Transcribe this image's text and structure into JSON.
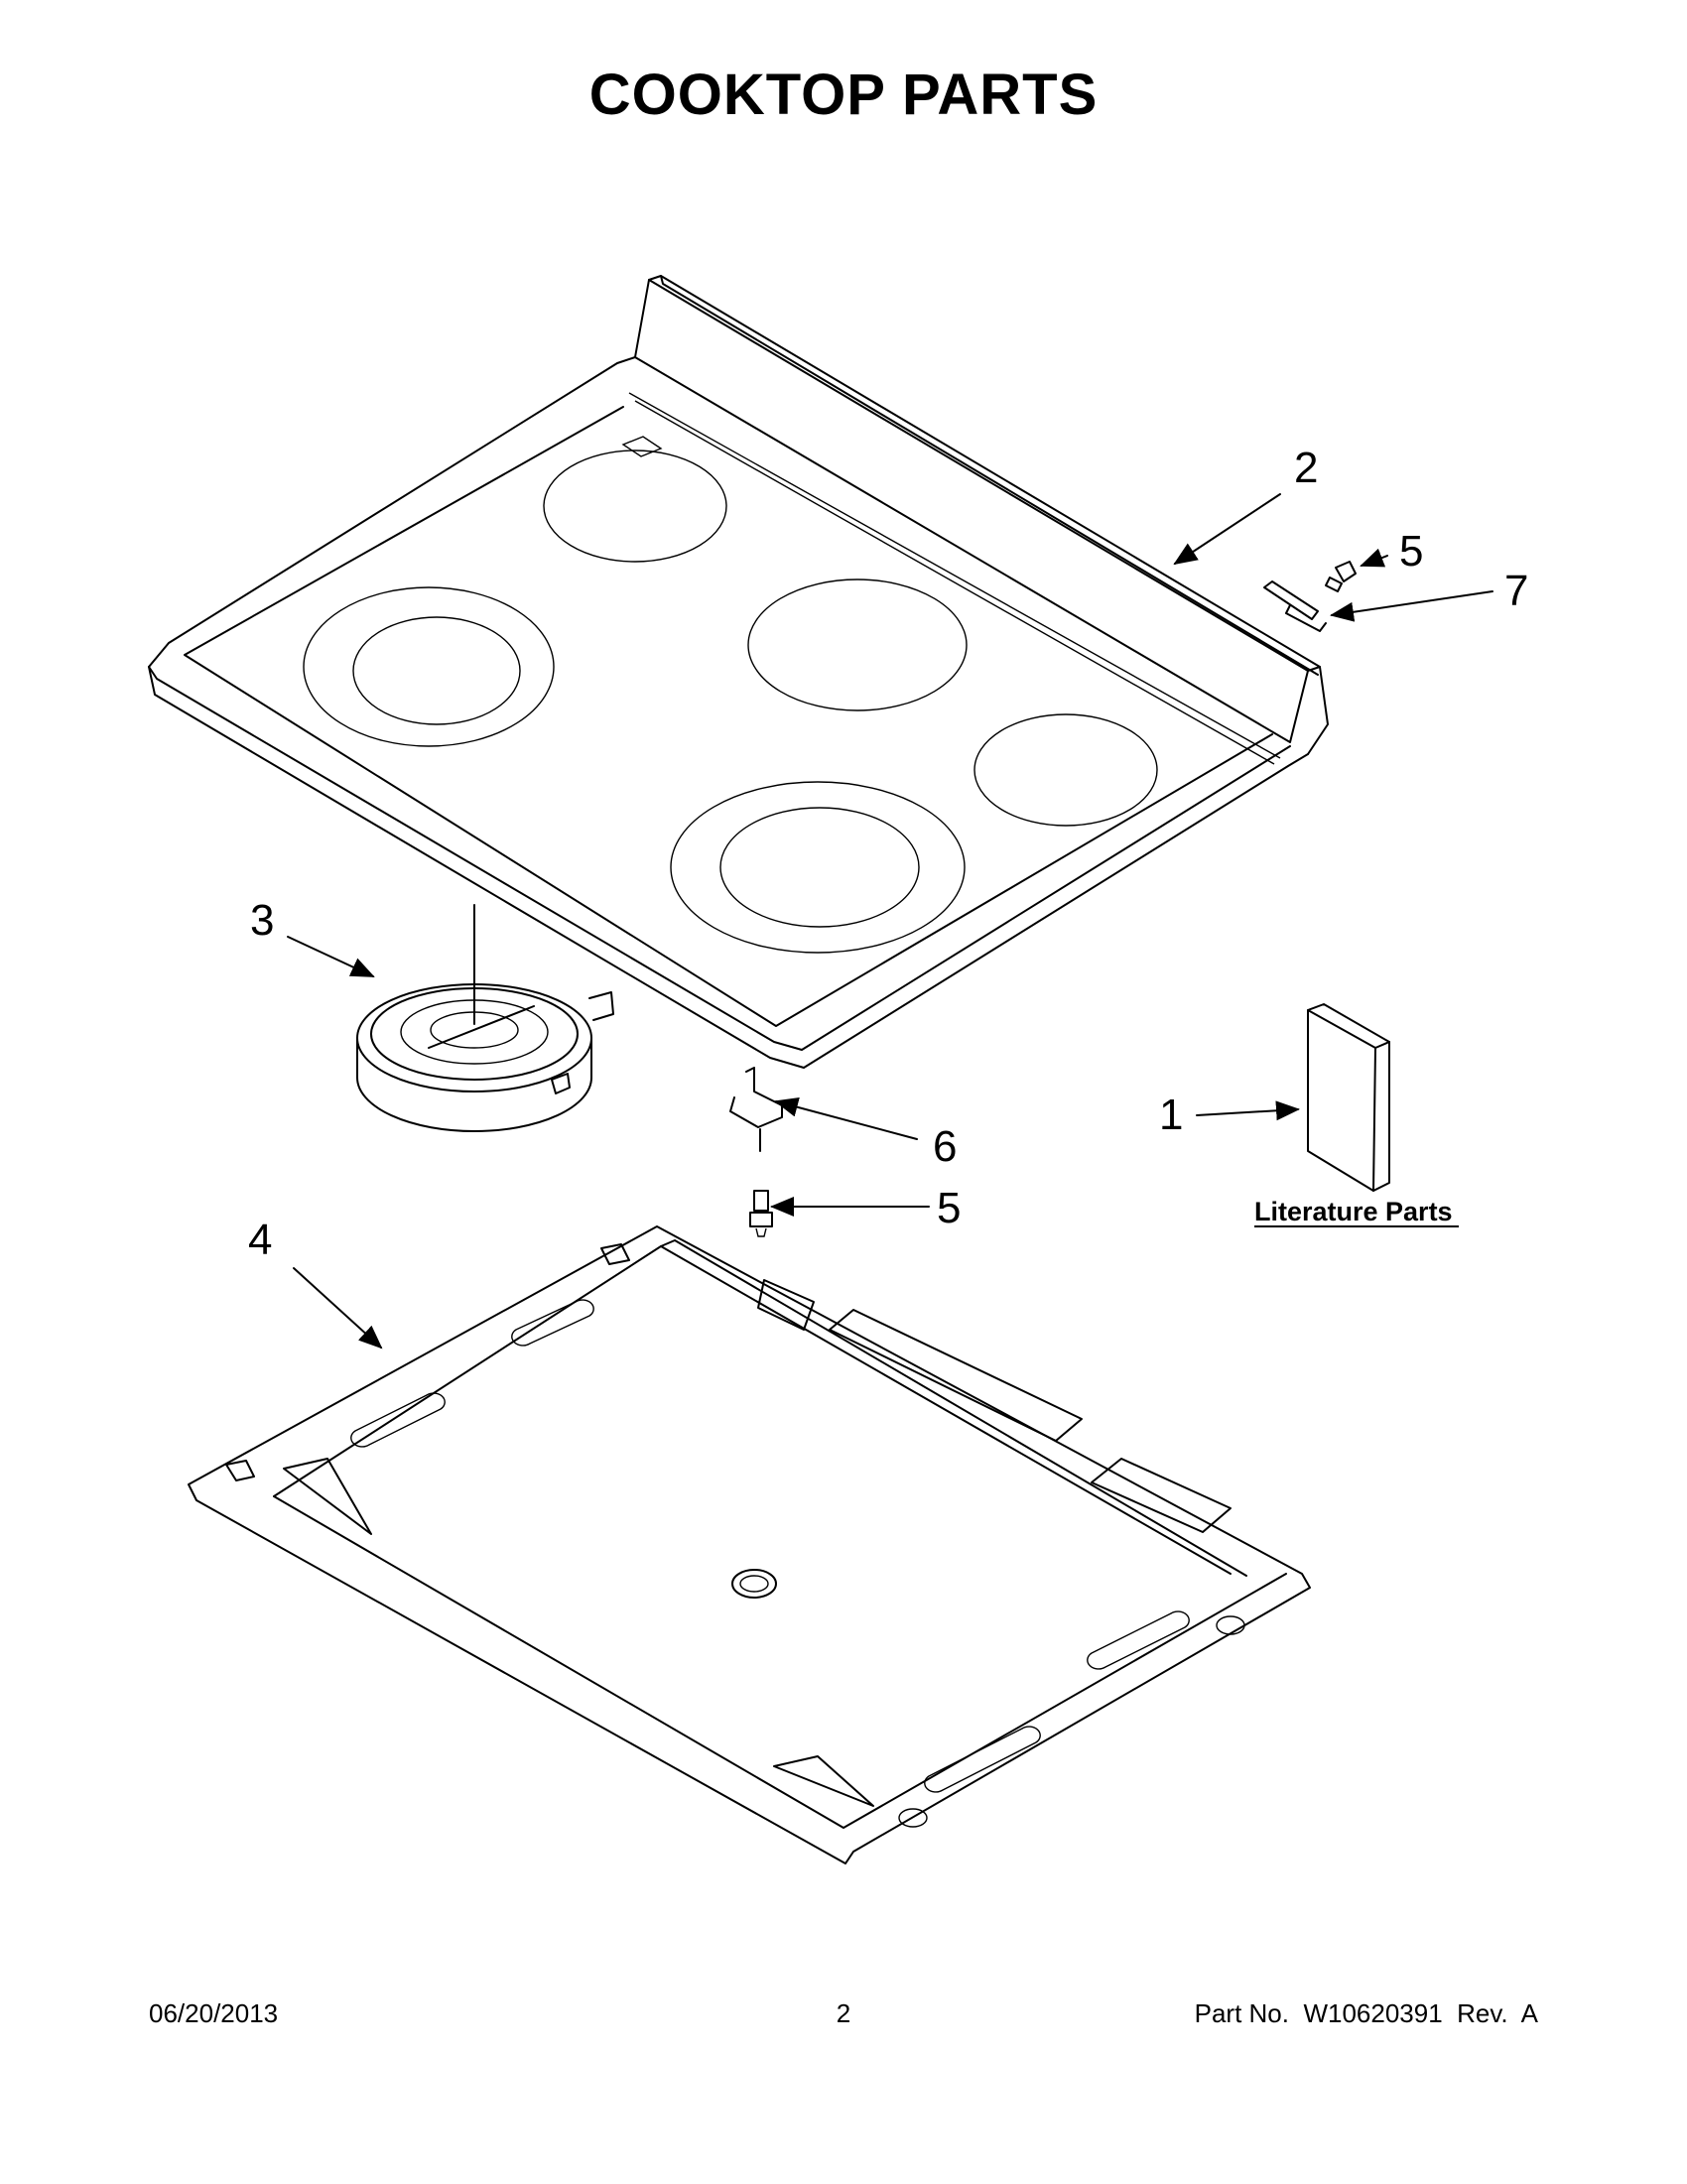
{
  "title": "COOKTOP PARTS",
  "callouts": [
    {
      "id": "c1",
      "label": "1"
    },
    {
      "id": "c2",
      "label": "2"
    },
    {
      "id": "c3",
      "label": "3"
    },
    {
      "id": "c4",
      "label": "4"
    },
    {
      "id": "c5a",
      "label": "5"
    },
    {
      "id": "c5b",
      "label": "5"
    },
    {
      "id": "c6",
      "label": "6"
    },
    {
      "id": "c7",
      "label": "7"
    }
  ],
  "literature_label": "Literature Parts",
  "footer": {
    "date": "06/20/2013",
    "page": "2",
    "part": "Part No.  W10620391  Rev.  A"
  }
}
